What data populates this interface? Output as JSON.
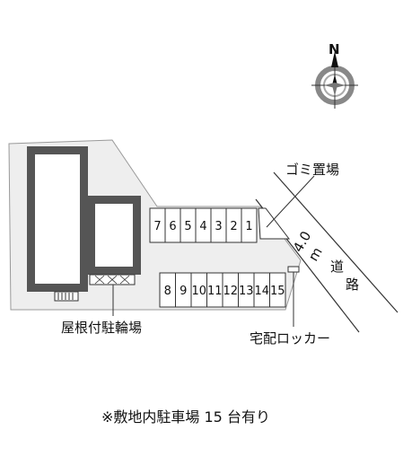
{
  "compass": {
    "north_label": "N",
    "icon": "compass-rose-icon"
  },
  "parking": {
    "upper_row": [
      "7",
      "6",
      "5",
      "4",
      "3",
      "2",
      "1"
    ],
    "lower_row": [
      "8",
      "9",
      "10",
      "11",
      "12",
      "13",
      "14",
      "15"
    ]
  },
  "labels": {
    "garbage": "ゴミ置場",
    "road_width": "4.0",
    "road_unit": "m",
    "road_word_1": "道",
    "road_word_2": "路",
    "bicycle_parking": "屋根付駐輪場",
    "delivery_locker": "宅配ロッカー",
    "footnote": "※敷地内駐車場 15 台有り"
  },
  "colors": {
    "site_fill": "#eeeeee",
    "site_stroke": "#999999",
    "building_wall": "#555555",
    "line": "#333333"
  }
}
